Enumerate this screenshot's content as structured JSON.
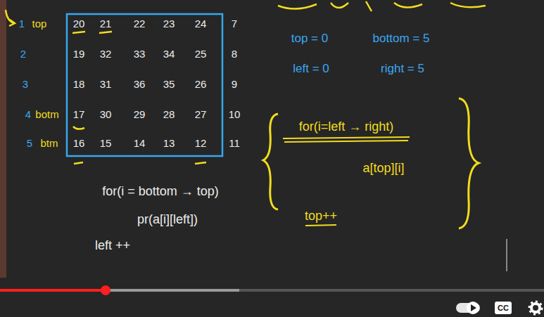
{
  "diagram": {
    "labels": [
      "1",
      "top",
      "2",
      "3",
      "4",
      "botm",
      "5",
      "btm",
      "20",
      "21",
      "22",
      "23",
      "24",
      "7",
      "19",
      "32",
      "33",
      "34",
      "25",
      "8",
      "18",
      "31",
      "36",
      "35",
      "26",
      "9",
      "17",
      "30",
      "29",
      "28",
      "27",
      "10",
      "16",
      "15",
      "14",
      "13",
      "12",
      "11",
      "top = 0",
      "bottom = 5",
      "left = 0",
      "right = 5",
      "for(i=left → right)",
      "a[top][i]",
      "top++",
      "for(i = bottom → top)",
      "pr(a[i][left])",
      "left ++",
      "CC"
    ]
  }
}
